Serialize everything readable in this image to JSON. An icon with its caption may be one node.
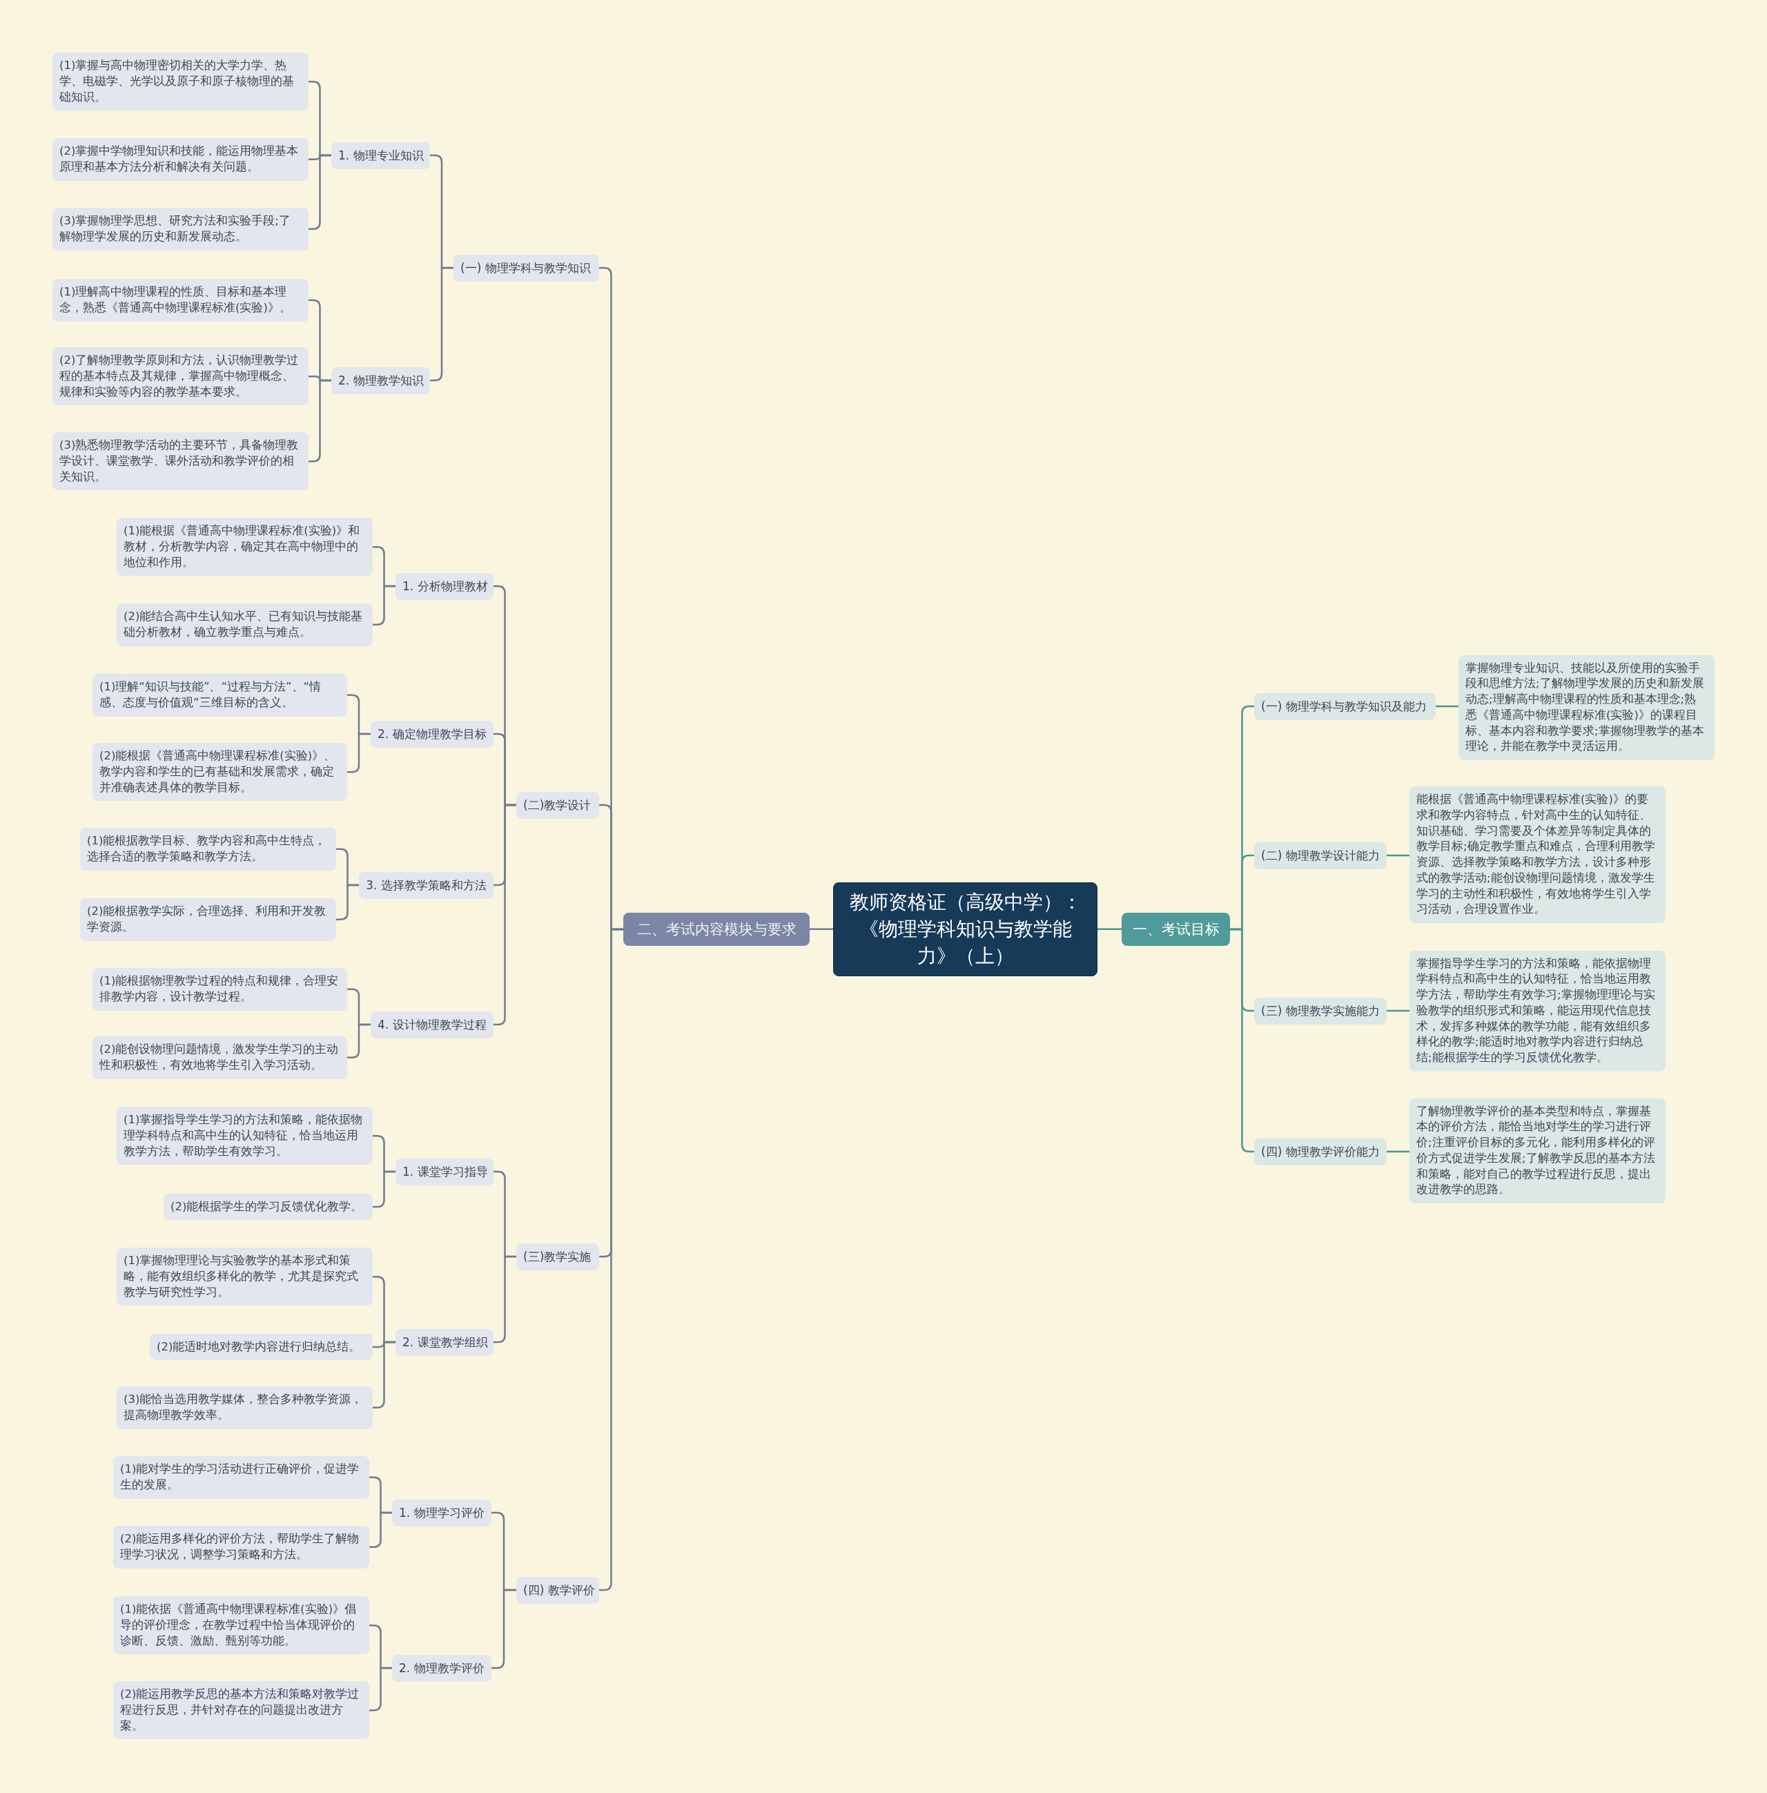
{
  "diagram": {
    "nodes": [
      {
        "text": [
          "教师资格证（高级中学）：《物理学科知识与教学能力》（上）"
        ]
      },
      {
        "text": [
          "一、考试目标"
        ]
      },
      {
        "text": [
          "(一) 物理学科与教学知识及能力"
        ]
      },
      {
        "text": [
          "掌握物理专业知识、技能以及所使用的实验手段和思维方法;了解物理学发展的历史和新发展动态;理解高中物理课程的性质和基本理念;熟悉《普通高中物理课程标准(实验)》的课程目标、基本内容和教学要求;掌握物理教学的基本理论，并能在教学中灵活运用。"
        ]
      },
      {
        "text": [
          "(二) 物理教学设计能力"
        ]
      },
      {
        "text": [
          "能根据《普通高中物理课程标准(实验)》的要求和教学内容特点，针对高中生的认知特征、知识基础、学习需要及个体差异等制定具体的教学目标;确定教学重点和难点，合理利用教学资源、选择教学策略和教学方法，设计多种形式的教学活动;能创设物理问题情境，激发学生学习的主动性和积极性，有效地将学生引入学习活动，合理设置作业。"
        ]
      },
      {
        "text": [
          "(三) 物理教学实施能力"
        ]
      },
      {
        "text": [
          "掌握指导学生学习的方法和策略，能依据物理学科特点和高中生的认知特征，恰当地运用教学方法，帮助学生有效学习;掌握物理理论与实验教学的组织形式和策略，能运用现代信息技术，发挥多种媒体的教学功能，能有效组织多样化的教学;能适时地对教学内容进行归纳总结;能根据学生的学习反馈优化教学。"
        ]
      },
      {
        "text": [
          "(四) 物理教学评价能力"
        ]
      },
      {
        "text": [
          "了解物理教学评价的基本类型和特点，掌握基本的评价方法，能恰当地对学生的学习进行评价;注重评价目标的多元化，能利用多样化的评价方式促进学生发展;了解教学反思的基本方法和策略，能对自己的教学过程进行反思，提出改进教学的思路。"
        ]
      },
      {
        "text": [
          "二、考试内容模块与要求"
        ]
      },
      {
        "text": [
          "(一) 物理学科与教学知识"
        ]
      },
      {
        "text": [
          "1. 物理专业知识"
        ]
      },
      {
        "text": [
          "(1)掌握与高中物理密切相关的大学力学、热学、电磁学、光学以及原子和原子核物理的基础知识。"
        ]
      },
      {
        "text": [
          "(2)掌握中学物理知识和技能，能运用物理基本原理和基本方法分析和解决有关问题。"
        ]
      },
      {
        "text": [
          "(3)掌握物理学思想、研究方法和实验手段;了解物理学发展的历史和新发展动态。"
        ]
      },
      {
        "text": [
          "2. 物理教学知识"
        ]
      },
      {
        "text": [
          "(1)理解高中物理课程的性质、目标和基本理念，熟悉《普通高中物理课程标准(实验)》。"
        ]
      },
      {
        "text": [
          "(2)了解物理教学原则和方法，认识物理教学过程的基本特点及其规律，掌握高中物理概念、规律和实验等内容的教学基本要求。"
        ]
      },
      {
        "text": [
          "(3)熟悉物理教学活动的主要环节，具备物理教学设计、课堂教学、课外活动和教学评价的相关知识。"
        ]
      },
      {
        "text": [
          "(二)教学设计"
        ]
      },
      {
        "text": [
          "1. 分析物理教材"
        ]
      },
      {
        "text": [
          "(1)能根据《普通高中物理课程标准(实验)》和教材，分析教学内容，确定其在高中物理中的地位和作用。"
        ]
      },
      {
        "text": [
          "(2)能结合高中生认知水平、已有知识与技能基础分析教材，确立教学重点与难点。"
        ]
      },
      {
        "text": [
          "2. 确定物理教学目标"
        ]
      },
      {
        "text": [
          "(1)理解“知识与技能”、“过程与方法”、“情感、态度与价值观”三维目标的含义。"
        ]
      },
      {
        "text": [
          "(2)能根据《普通高中物理课程标准(实验)》、教学内容和学生的已有基础和发展需求，确定并准确表述具体的教学目标。"
        ]
      },
      {
        "text": [
          "3. 选择教学策略和方法"
        ]
      },
      {
        "text": [
          "(1)能根据教学目标、教学内容和高中生特点，选择合适的教学策略和教学方法。"
        ]
      },
      {
        "text": [
          "(2)能根据教学实际，合理选择、利用和开发教学资源。"
        ]
      },
      {
        "text": [
          "4. 设计物理教学过程"
        ]
      },
      {
        "text": [
          "(1)能根据物理教学过程的特点和规律，合理安排教学内容，设计教学过程。"
        ]
      },
      {
        "text": [
          "(2)能创设物理问题情境，激发学生学习的主动性和积极性，有效地将学生引入学习活动。"
        ]
      },
      {
        "text": [
          "(三)教学实施"
        ]
      },
      {
        "text": [
          "1. 课堂学习指导"
        ]
      },
      {
        "text": [
          "(1)掌握指导学生学习的方法和策略，能依据物理学科特点和高中生的认知特征，恰当地运用教学方法，帮助学生有效学习。"
        ]
      },
      {
        "text": [
          "(2)能根据学生的学习反馈优化教学。"
        ]
      },
      {
        "text": [
          "2. 课堂教学组织"
        ]
      },
      {
        "text": [
          "(1)掌握物理理论与实验教学的基本形式和策略，能有效组织多样化的教学，尤其是探究式教学与研究性学习。"
        ]
      },
      {
        "text": [
          "(2)能适时地对教学内容进行归纳总结。"
        ]
      },
      {
        "text": [
          "(3)能恰当选用教学媒体，整合多种教学资源，提高物理教学效率。"
        ]
      },
      {
        "text": [
          "(四) 教学评价"
        ]
      },
      {
        "text": [
          "1. 物理学习评价"
        ]
      },
      {
        "text": [
          "(1)能对学生的学习活动进行正确评价，促进学生的发展。"
        ]
      },
      {
        "text": [
          "(2)能运用多样化的评价方法，帮助学生了解物理学习状况，调整学习策略和方法。"
        ]
      },
      {
        "text": [
          "2. 物理教学评价"
        ]
      },
      {
        "text": [
          "(1)能依据《普通高中物理课程标准(实验)》倡导的评价理念，在教学过程中恰当体现评价的诊断、反馈、激励、甄别等功能。"
        ]
      },
      {
        "text": [
          "(2)能运用教学反思的基本方法和策略对教学过程进行反思，并针对存在的问题提出改进方案。"
        ]
      }
    ],
    "edges": [
      {
        "from": 0,
        "to": 1,
        "arrow": "none",
        "color": "#4f9494"
      },
      {
        "from": 1,
        "to": 2,
        "arrow": "none",
        "color": "#4f9494"
      },
      {
        "from": 2,
        "to": 3,
        "arrow": "none",
        "color": "#4f9494"
      },
      {
        "from": 1,
        "to": 4,
        "arrow": "none",
        "color": "#4f9494"
      },
      {
        "from": 4,
        "to": 5,
        "arrow": "none",
        "color": "#4f9494"
      },
      {
        "from": 1,
        "to": 6,
        "arrow": "none",
        "color": "#4f9494"
      },
      {
        "from": 6,
        "to": 7,
        "arrow": "none",
        "color": "#4f9494"
      },
      {
        "from": 1,
        "to": 8,
        "arrow": "none",
        "color": "#4f9494"
      },
      {
        "from": 8,
        "to": 9,
        "arrow": "none",
        "color": "#4f9494"
      },
      {
        "from": 0,
        "to": 10,
        "arrow": "none"
      },
      {
        "from": 10,
        "to": 11,
        "arrow": "none"
      },
      {
        "from": 11,
        "to": 12,
        "arrow": "none"
      },
      {
        "from": 12,
        "to": 13,
        "arrow": "none"
      },
      {
        "from": 12,
        "to": 14,
        "arrow": "none"
      },
      {
        "from": 12,
        "to": 15,
        "arrow": "none"
      },
      {
        "from": 11,
        "to": 16,
        "arrow": "none"
      },
      {
        "from": 16,
        "to": 17,
        "arrow": "none"
      },
      {
        "from": 16,
        "to": 18,
        "arrow": "none"
      },
      {
        "from": 16,
        "to": 19,
        "arrow": "none"
      },
      {
        "from": 10,
        "to": 20,
        "arrow": "none"
      },
      {
        "from": 20,
        "to": 21,
        "arrow": "none"
      },
      {
        "from": 21,
        "to": 22,
        "arrow": "none"
      },
      {
        "from": 21,
        "to": 23,
        "arrow": "none"
      },
      {
        "from": 20,
        "to": 24,
        "arrow": "none"
      },
      {
        "from": 24,
        "to": 25,
        "arrow": "none"
      },
      {
        "from": 24,
        "to": 26,
        "arrow": "none"
      },
      {
        "from": 20,
        "to": 27,
        "arrow": "none"
      },
      {
        "from": 27,
        "to": 28,
        "arrow": "none"
      },
      {
        "from": 27,
        "to": 29,
        "arrow": "none"
      },
      {
        "from": 20,
        "to": 30,
        "arrow": "none"
      },
      {
        "from": 30,
        "to": 31,
        "arrow": "none"
      },
      {
        "from": 30,
        "to": 32,
        "arrow": "none"
      },
      {
        "from": 10,
        "to": 33,
        "arrow": "none"
      },
      {
        "from": 33,
        "to": 34,
        "arrow": "none"
      },
      {
        "from": 34,
        "to": 35,
        "arrow": "none"
      },
      {
        "from": 34,
        "to": 36,
        "arrow": "none"
      },
      {
        "from": 33,
        "to": 37,
        "arrow": "none"
      },
      {
        "from": 37,
        "to": 38,
        "arrow": "none"
      },
      {
        "from": 37,
        "to": 39,
        "arrow": "none"
      },
      {
        "from": 37,
        "to": 40,
        "arrow": "none"
      },
      {
        "from": 10,
        "to": 41,
        "arrow": "none"
      },
      {
        "from": 41,
        "to": 42,
        "arrow": "none"
      },
      {
        "from": 42,
        "to": 43,
        "arrow": "none"
      },
      {
        "from": 42,
        "to": 44,
        "arrow": "none"
      },
      {
        "from": 41,
        "to": 45,
        "arrow": "none"
      },
      {
        "from": 45,
        "to": 46,
        "arrow": "none"
      },
      {
        "from": 45,
        "to": 47,
        "arrow": "none"
      }
    ]
  }
}
